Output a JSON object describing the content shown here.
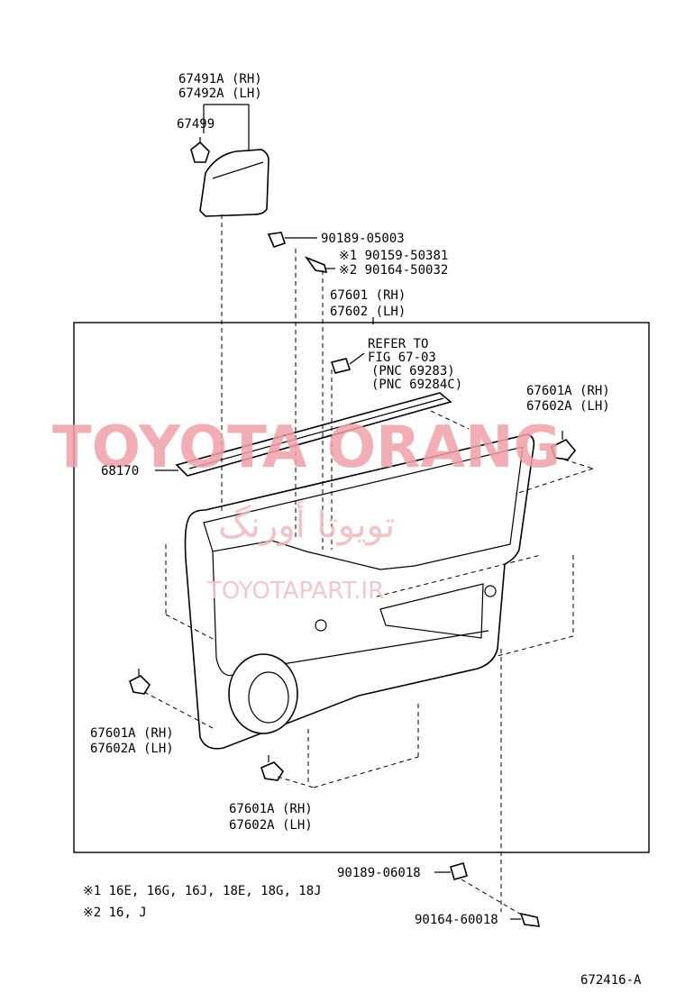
{
  "labels": {
    "corner_cover": [
      "67491A (RH)",
      "67492A (LH)"
    ],
    "corner_clip": "67499",
    "screw_upper": "90189-05003",
    "bolt_opt1": "※1 90159-50381",
    "bolt_opt2": "※2 90164-50032",
    "panel": [
      "67601 (RH)",
      "67602 (LH)"
    ],
    "refer_note": [
      "REFER TO",
      "FIG 67-03",
      "(PNC 69283)",
      "(PNC 69284C)"
    ],
    "clip_right": [
      "67601A (RH)",
      "67602A (LH)"
    ],
    "weatherstrip": "68170",
    "clip_left": [
      "67601A (RH)",
      "67602A (LH)"
    ],
    "clip_bottom": [
      "67601A (RH)",
      "67602A (LH)"
    ],
    "screw_lower": "90189-06018",
    "bolt_lower": "90164-60018",
    "note1": "※1 16E, 16G, 16J, 18E, 18G, 18J",
    "note2": "※2 16, J",
    "figure_id": "672416-A"
  },
  "watermark": {
    "latin": "TOYOTA ORANG",
    "arabic": "تويوتا أورنگ",
    "site": "TOYOTAPART.IR"
  },
  "colors": {
    "line": "#000000",
    "watermark": "#f2a0a8"
  }
}
